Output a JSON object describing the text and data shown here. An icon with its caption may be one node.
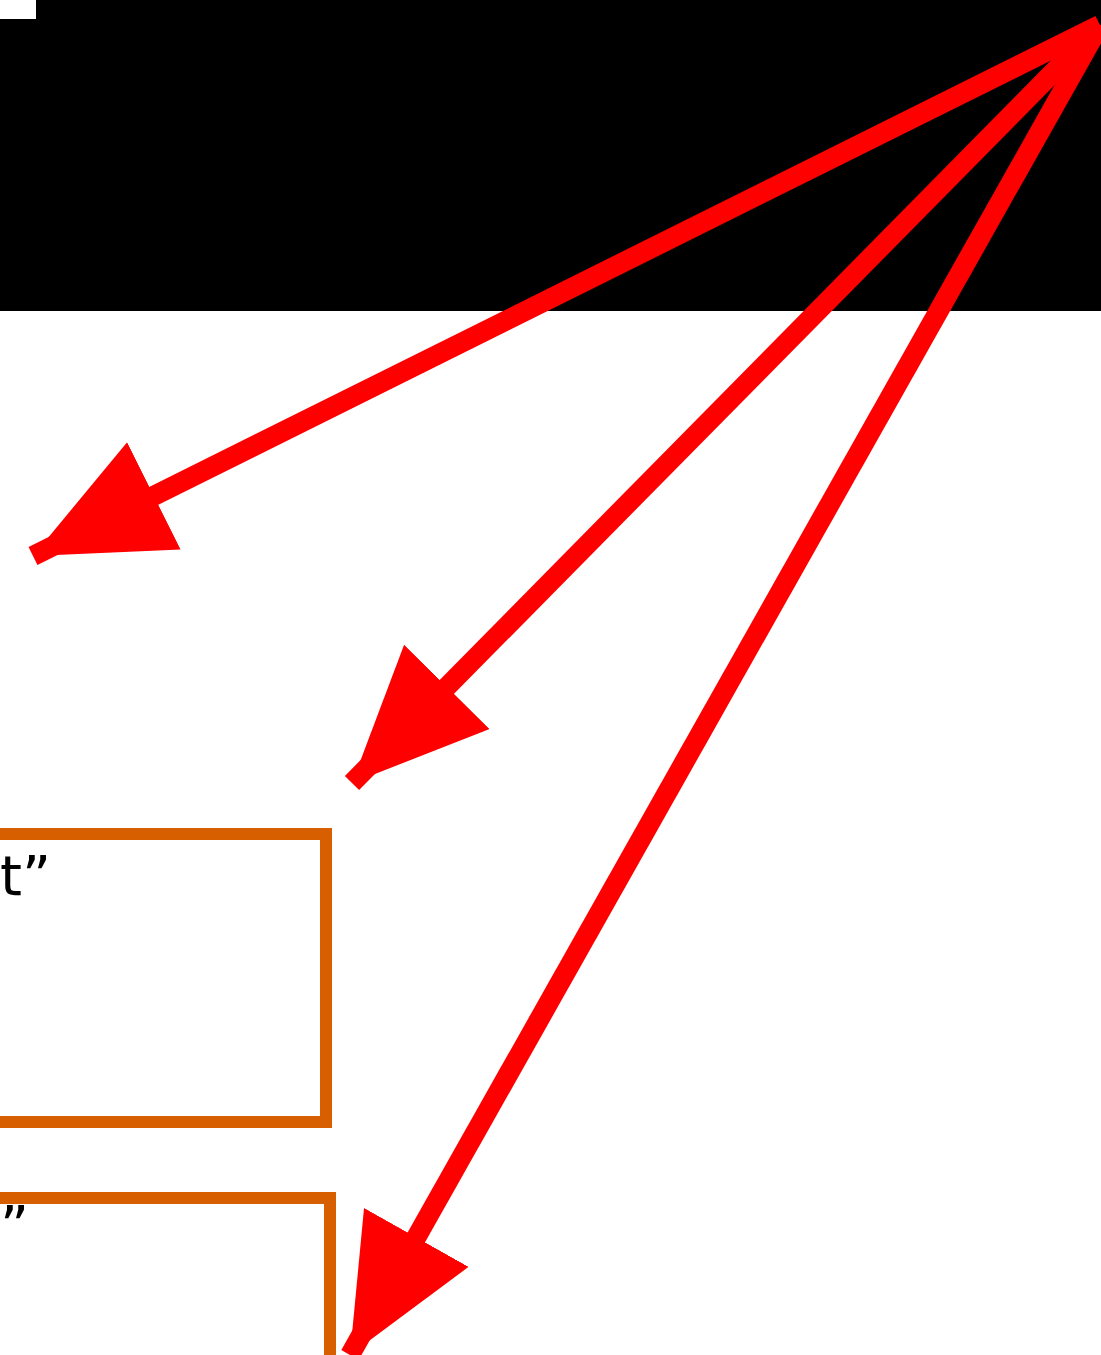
{
  "diagram": {
    "nodes": [
      {
        "text": [],
        "shape": "box"
      },
      {
        "text": [
          "t”"
        ]
      },
      {
        "text": [
          "”"
        ]
      }
    ],
    "edges": [
      {
        "from": 0,
        "to": null,
        "arrow": "to"
      },
      {
        "from": 0,
        "to": 1,
        "arrow": "to"
      },
      {
        "from": 0,
        "to": 2,
        "arrow": "to"
      }
    ]
  }
}
